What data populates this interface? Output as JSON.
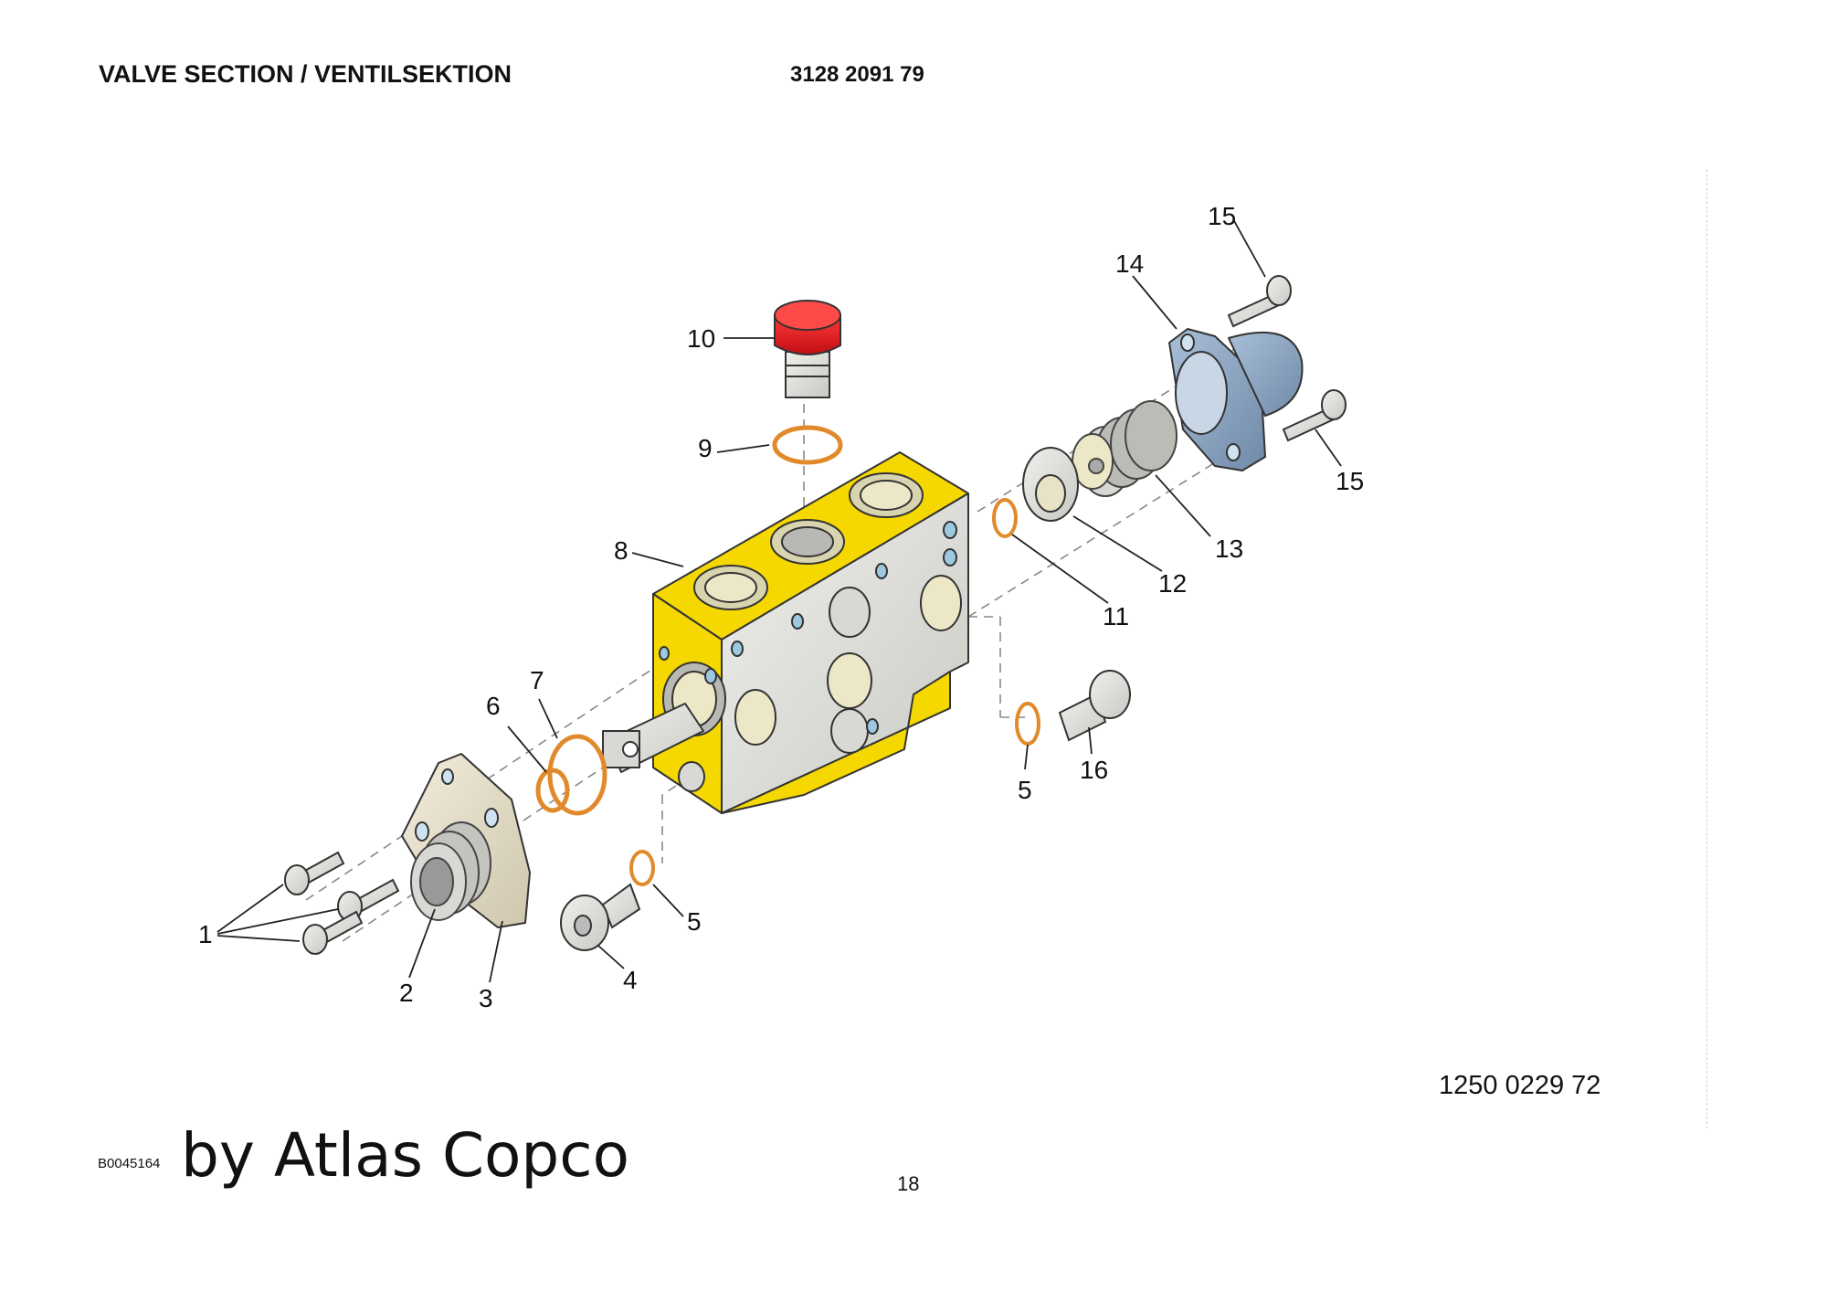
{
  "header": {
    "title": "VALVE SECTION / VENTILSEKTION",
    "part_number": "3128 2091 79"
  },
  "drawing": {
    "callouts": [
      {
        "id": "c1",
        "text": "1"
      },
      {
        "id": "c2",
        "text": "2"
      },
      {
        "id": "c3",
        "text": "3"
      },
      {
        "id": "c4",
        "text": "4"
      },
      {
        "id": "c5a",
        "text": "5"
      },
      {
        "id": "c5b",
        "text": "5"
      },
      {
        "id": "c6",
        "text": "6"
      },
      {
        "id": "c7",
        "text": "7"
      },
      {
        "id": "c8",
        "text": "8"
      },
      {
        "id": "c9",
        "text": "9"
      },
      {
        "id": "c10",
        "text": "10"
      },
      {
        "id": "c11",
        "text": "11"
      },
      {
        "id": "c12",
        "text": "12"
      },
      {
        "id": "c13",
        "text": "13"
      },
      {
        "id": "c14",
        "text": "14"
      },
      {
        "id": "c15a",
        "text": "15"
      },
      {
        "id": "c15b",
        "text": "15"
      },
      {
        "id": "c16",
        "text": "16"
      }
    ],
    "colors": {
      "body_yellow": "#f5d800",
      "body_grey": "#e4e4e0",
      "plug_red": "#e01b24",
      "cover_blue": "#8fa8c4",
      "oring_orange": "#e08a2c",
      "cover_beige": "#e6e0cc"
    }
  },
  "footer": {
    "part_ref": "1250 0229 72",
    "image_code": "B0045164",
    "brand": "by Atlas Copco",
    "page": "18"
  }
}
